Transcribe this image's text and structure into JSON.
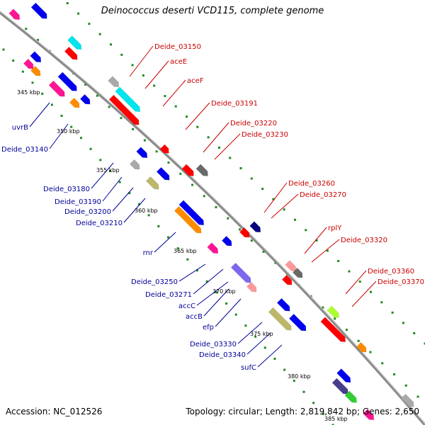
{
  "title": "Deinococcus deserti VCD115, complete genome",
  "accession": "Accession: NC_012526",
  "topology": "Topology: circular; Length: 2,819,842 bp; Genes: 2,650",
  "colors": {
    "backbone": "#8a8a8a",
    "tick_dot": "#1f8a1f",
    "label_red": "#cc0000",
    "label_blue": "#000099"
  },
  "scale_ticks": [
    {
      "label": "345 kbp"
    },
    {
      "label": "350 kbp"
    },
    {
      "label": "355 kbp"
    },
    {
      "label": "360 kbp"
    },
    {
      "label": "365 kbp"
    },
    {
      "label": "370 kbp"
    },
    {
      "label": "375 kbp"
    },
    {
      "label": "380 kbp"
    },
    {
      "label": "385 kbp"
    }
  ],
  "labels_forward": [
    {
      "text": "Deide_03150"
    },
    {
      "text": "aceE"
    },
    {
      "text": "aceF"
    },
    {
      "text": "Deide_03191"
    },
    {
      "text": "Deide_03220"
    },
    {
      "text": "Deide_03230"
    },
    {
      "text": "Deide_03260"
    },
    {
      "text": "Deide_03270"
    },
    {
      "text": "rplY"
    },
    {
      "text": "Deide_03320"
    },
    {
      "text": "Deide_03360"
    },
    {
      "text": "Deide_03370"
    }
  ],
  "labels_reverse": [
    {
      "text": "uvrB"
    },
    {
      "text": "Deide_03140"
    },
    {
      "text": "Deide_03180"
    },
    {
      "text": "Deide_03190"
    },
    {
      "text": "Deide_03200"
    },
    {
      "text": "Deide_03210"
    },
    {
      "text": "rnr"
    },
    {
      "text": "Deide_03250"
    },
    {
      "text": "Deide_03271"
    },
    {
      "text": "accC"
    },
    {
      "text": "accB"
    },
    {
      "text": "efp"
    },
    {
      "text": "Deide_03330"
    },
    {
      "text": "Deide_03340"
    },
    {
      "text": "sufC"
    }
  ],
  "genes": [
    {
      "color": "#ff0000",
      "strand": "forward",
      "shape": "arrow"
    },
    {
      "color": "#00e5ee",
      "strand": "forward",
      "shape": "box"
    },
    {
      "color": "#a9a9a9",
      "strand": "forward",
      "shape": "box"
    },
    {
      "color": "#0000ee",
      "strand": "reverse",
      "shape": "arrow"
    },
    {
      "color": "#ff1493",
      "strand": "reverse",
      "shape": "box"
    },
    {
      "color": "#ff8c00",
      "strand": "reverse",
      "shape": "box"
    },
    {
      "color": "#bdb76b",
      "strand": "reverse",
      "shape": "box"
    },
    {
      "color": "#696969",
      "strand": "forward",
      "shape": "box"
    },
    {
      "color": "#000080",
      "strand": "forward",
      "shape": "box"
    },
    {
      "color": "#7b68ee",
      "strand": "reverse",
      "shape": "box"
    },
    {
      "color": "#ff9999",
      "strand": "forward",
      "shape": "box"
    },
    {
      "color": "#adff2f",
      "strand": "forward",
      "shape": "box"
    },
    {
      "color": "#483d8b",
      "strand": "reverse",
      "shape": "box"
    },
    {
      "color": "#32cd32",
      "strand": "reverse",
      "shape": "box"
    }
  ]
}
